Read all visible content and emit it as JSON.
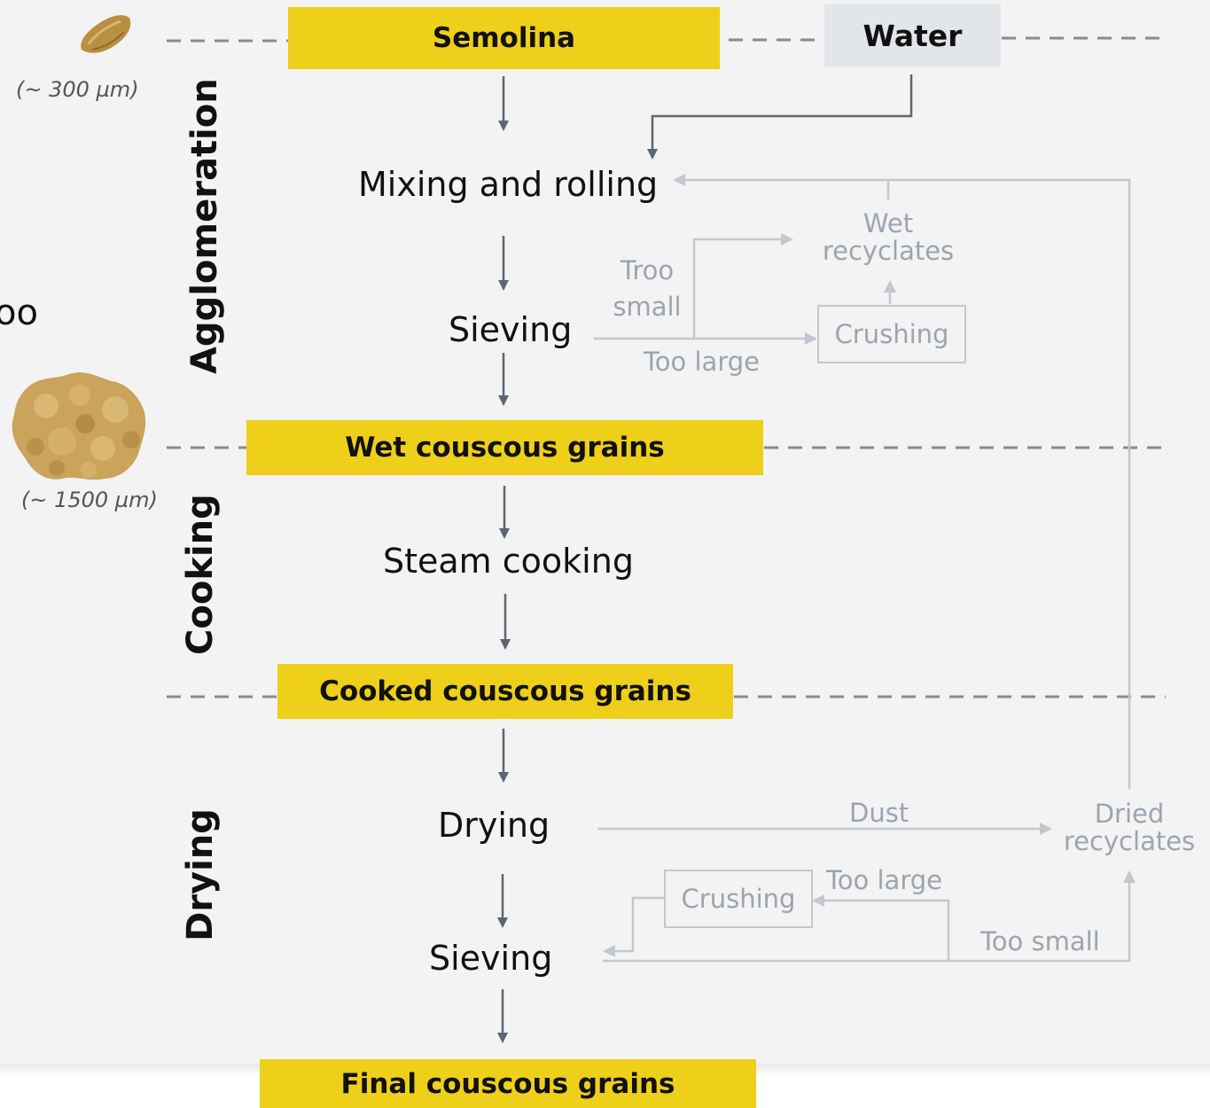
{
  "stages": {
    "agglomeration": "Agglomeration",
    "cooking": "Cooking",
    "drying": "Drying"
  },
  "inputs": {
    "semolina": "Semolina",
    "water": "Water"
  },
  "steps": {
    "mixing": "Mixing and rolling",
    "sieving1": "Sieving",
    "steam": "Steam cooking",
    "drying": "Drying",
    "sieving2": "Sieving"
  },
  "products": {
    "wet": "Wet couscous grains",
    "cooked": "Cooked couscous grains",
    "final": "Final couscous grains"
  },
  "side": {
    "wet_recycles_line1": "Wet",
    "wet_recycles_line2": "recyclates",
    "crushing1": "Crushing",
    "troo_small_line1": "Troo",
    "troo_small_line2": "small",
    "too_large1": "Too large",
    "dust": "Dust",
    "dried_recycles_line1": "Dried",
    "dried_recycles_line2": "recyclates",
    "crushing2": "Crushing",
    "too_large2": "Too large",
    "too_small2": "Too small"
  },
  "sizes": {
    "semolina_size": "(~ 300 µm)",
    "grain_size": "(~ 1500 µm)"
  },
  "cutoff_text": "oo",
  "colors": {
    "yellow": "#eecf19",
    "water_box": "#e2e5e9",
    "main_arrow": "#5b6672",
    "side_arrow": "#c2c8d0",
    "dashed": "#8a8a8a"
  }
}
